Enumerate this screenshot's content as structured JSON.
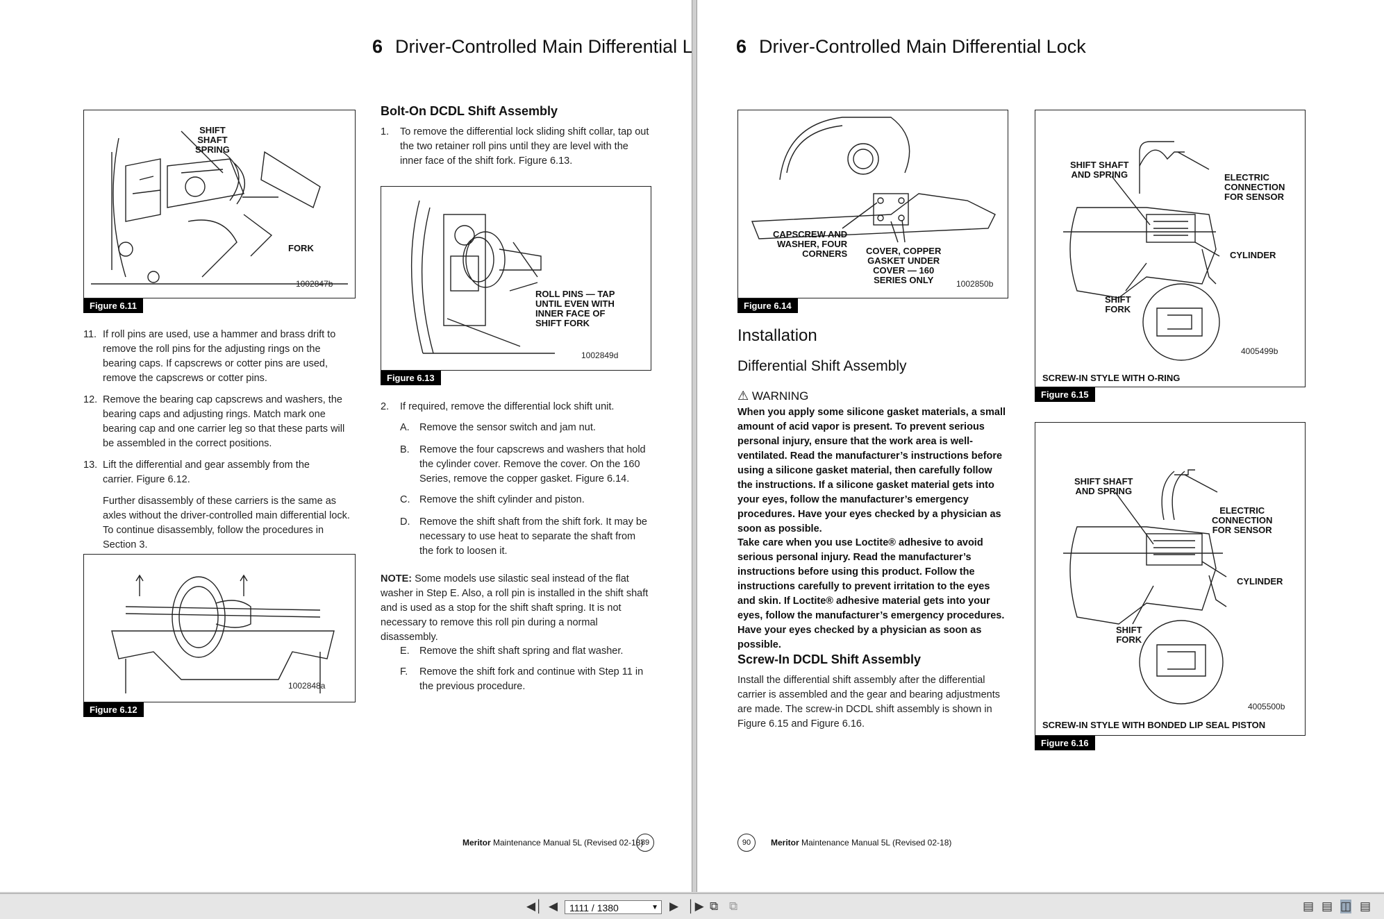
{
  "left_page": {
    "header": {
      "number": "6",
      "title": "Driver-Controlled Main Differential Lock"
    },
    "fig611": {
      "label": "Figure 6.11",
      "code": "1002847b",
      "callouts": [
        "SHIFT",
        "SHAFT",
        "SPRING",
        "FORK"
      ]
    },
    "fig612": {
      "label": "Figure 6.12",
      "code": "1002848a"
    },
    "fig613": {
      "label": "Figure 6.13",
      "code": "1002849d",
      "callout": [
        "ROLL PINS — TAP",
        "UNTIL EVEN WITH",
        "INNER FACE OF",
        "SHIFT FORK"
      ]
    },
    "steps_col1": [
      {
        "n": "11.",
        "text": "If roll pins are used, use a hammer and brass drift to remove the roll pins for the adjusting rings on the bearing caps. If capscrews or cotter pins are used, remove the capscrews or cotter pins."
      },
      {
        "n": "12.",
        "text": "Remove the bearing cap capscrews and washers, the bearing caps and adjusting rings. Match mark one bearing cap and one carrier leg so that these parts will be assembled in the correct positions."
      },
      {
        "n": "13.",
        "text": "Lift the differential and gear assembly from the carrier. Figure 6.12."
      }
    ],
    "further_text": "Further disassembly of these carriers is the same as axles without the driver-controlled main differential lock. To continue disassembly, follow the procedures in Section 3.",
    "boltOn": {
      "heading": "Bolt-On DCDL Shift Assembly",
      "step1": {
        "n": "1.",
        "text": "To remove the differential lock sliding shift collar, tap out the two retainer roll pins until they are level with the inner face of the shift fork. Figure 6.13."
      },
      "step2": {
        "n": "2.",
        "text": "If required, remove the differential lock shift unit."
      },
      "substeps": [
        {
          "n": "A.",
          "text": "Remove the sensor switch and jam nut."
        },
        {
          "n": "B.",
          "text": "Remove the four capscrews and washers that hold the cylinder cover. Remove the cover. On the 160 Series, remove the copper gasket. Figure 6.14."
        },
        {
          "n": "C.",
          "text": "Remove the shift cylinder and piston."
        },
        {
          "n": "D.",
          "text": "Remove the shift shaft from the shift fork. It may be necessary to use heat to separate the shaft from the fork to loosen it."
        }
      ],
      "note_label": "NOTE:",
      "note_text": "Some models use silastic seal instead of the flat washer in Step E. Also, a roll pin is installed in the shift shaft and is used as a stop for the shift shaft spring. It is not necessary to remove this roll pin during a normal disassembly.",
      "substeps2": [
        {
          "n": "E.",
          "text": "Remove the shift shaft spring and flat washer."
        },
        {
          "n": "F.",
          "text": "Remove the shift fork and continue with Step 11 in the previous procedure."
        }
      ]
    },
    "footer": {
      "brand": "Meritor",
      "text": "Maintenance Manual 5L (Revised 02-18)",
      "page": "89"
    }
  },
  "right_page": {
    "header": {
      "number": "6",
      "title": "Driver-Controlled Main Differential Lock"
    },
    "fig614": {
      "label": "Figure 6.14",
      "code": "1002850b",
      "callout1": [
        "CAPSCREW AND",
        "WASHER, FOUR",
        "CORNERS"
      ],
      "callout2": [
        "COVER, COPPER",
        "GASKET UNDER",
        "COVER — 160",
        "SERIES ONLY"
      ]
    },
    "fig615": {
      "label": "Figure 6.15",
      "code": "4005499b",
      "caption": "SCREW-IN STYLE WITH O-RING",
      "c1": [
        "SHIFT SHAFT",
        "AND SPRING"
      ],
      "c2": [
        "ELECTRIC",
        "CONNECTION",
        "FOR SENSOR"
      ],
      "c3": "CYLINDER",
      "c4": [
        "SHIFT",
        "FORK"
      ]
    },
    "fig616": {
      "label": "Figure 6.16",
      "code": "4005500b",
      "caption": "SCREW-IN STYLE WITH BONDED LIP SEAL PISTON",
      "c1": [
        "SHIFT SHAFT",
        "AND SPRING"
      ],
      "c2": [
        "ELECTRIC",
        "CONNECTION",
        "FOR SENSOR"
      ],
      "c3": "CYLINDER",
      "c4": [
        "SHIFT",
        "FORK"
      ]
    },
    "installation": "Installation",
    "diff_shift": "Differential Shift Assembly",
    "warning_label": "WARNING",
    "warning1": "When you apply some silicone gasket materials, a small amount of acid vapor is present. To prevent serious personal injury, ensure that the work area is well-ventilated. Read the manufacturer’s instructions before using a silicone gasket material, then carefully follow the instructions. If a silicone gasket material gets into your eyes, follow the manufacturer’s emergency procedures. Have your eyes checked by a physician as soon as possible.",
    "warning2": "Take care when you use Loctite® adhesive to avoid serious personal injury. Read the manufacturer’s instructions before using this product. Follow the instructions carefully to prevent irritation to the eyes and skin. If Loctite® adhesive material gets into your eyes, follow the manufacturer’s emergency procedures. Have your eyes checked by a physician as soon as possible.",
    "screwin_heading": "Screw-In DCDL Shift Assembly",
    "screwin_text": "Install the differential shift assembly after the differential carrier is assembled and the gear and bearing adjustments are made. The screw-in DCDL shift assembly is shown in Figure 6.15 and Figure 6.16.",
    "footer": {
      "brand": "Meritor",
      "text": "Maintenance Manual 5L (Revised 02-18)",
      "page": "90"
    }
  },
  "toolbar": {
    "page_field": "1111 / 1380"
  }
}
